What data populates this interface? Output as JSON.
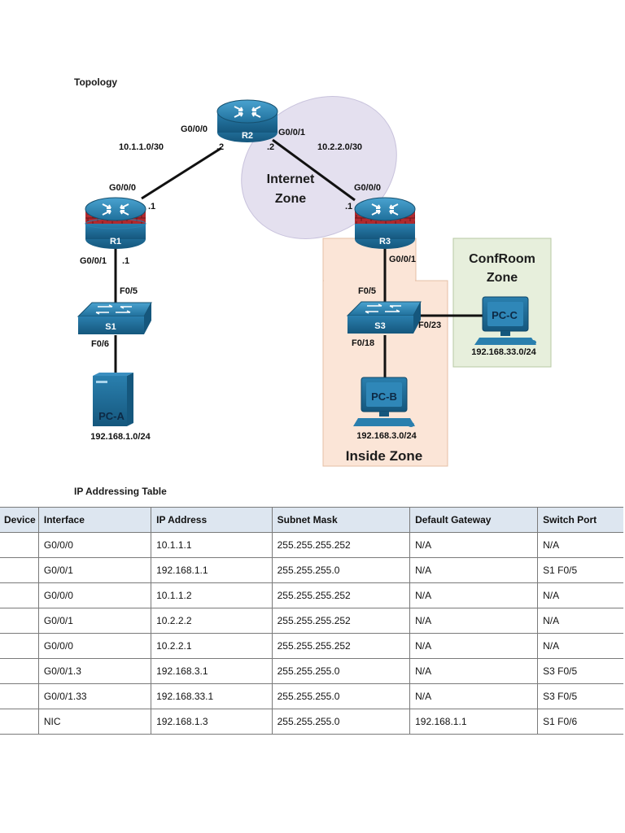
{
  "topology": {
    "heading": "Topology",
    "devices": {
      "r1": "R1",
      "r2": "R2",
      "r3": "R3",
      "s1": "S1",
      "s3": "S3",
      "pca": "PC-A",
      "pcb": "PC-B",
      "pcc": "PC-C"
    },
    "links": {
      "r1_r2_net": "10.1.1.0/30",
      "r2_r3_net": "10.2.2.0/30",
      "r1_g000": "G0/0/0",
      "r1_g000_host": ".1",
      "r1_g001": "G0/0/1",
      "r1_g001_host": ".1",
      "r2_g000": "G0/0/0",
      "r2_g000_host": ".2",
      "r2_g001": "G0/0/1",
      "r2_g001_host": ".2",
      "r3_g000": "G0/0/0",
      "r3_g000_host": ".1",
      "r3_g001": "G0/0/1",
      "s1_f05": "F0/5",
      "s1_f06": "F0/6",
      "s3_f05": "F0/5",
      "s3_f018": "F0/18",
      "s3_f023": "F0/23"
    },
    "lans": {
      "pca": "192.168.1.0/24",
      "pcb": "192.168.3.0/24",
      "pcc": "192.168.33.0/24"
    },
    "zones": {
      "internet_line1": "Internet",
      "internet_line2": "Zone",
      "confroom_line1": "ConfRoom",
      "confroom_line2": "Zone",
      "inside": "Inside Zone"
    },
    "colors": {
      "internet_zone": "#e4e0ef",
      "confroom_zone": "#e7efdc",
      "inside_zone": "#fbe5d7",
      "device_blue": "#1f6f9b",
      "firewall_red": "#a8262b"
    }
  },
  "ip_table": {
    "heading": "IP Addressing Table",
    "columns": [
      "Device",
      "Interface",
      "IP Address",
      "Subnet Mask",
      "Default Gateway",
      "Switch Port"
    ],
    "rows": [
      [
        "",
        "G0/0/0",
        "10.1.1.1",
        "255.255.255.252",
        "N/A",
        "N/A"
      ],
      [
        "",
        "G0/0/1",
        "192.168.1.1",
        "255.255.255.0",
        "N/A",
        "S1 F0/5"
      ],
      [
        "",
        "G0/0/0",
        "10.1.1.2",
        "255.255.255.252",
        "N/A",
        "N/A"
      ],
      [
        "",
        "G0/0/1",
        "10.2.2.2",
        "255.255.255.252",
        "N/A",
        "N/A"
      ],
      [
        "",
        "G0/0/0",
        "10.2.2.1",
        "255.255.255.252",
        "N/A",
        "N/A"
      ],
      [
        "",
        "G0/0/1.3",
        "192.168.3.1",
        "255.255.255.0",
        "N/A",
        "S3 F0/5"
      ],
      [
        "",
        "G0/0/1.33",
        "192.168.33.1",
        "255.255.255.0",
        "N/A",
        "S3 F0/5"
      ],
      [
        "",
        "NIC",
        "192.168.1.3",
        "255.255.255.0",
        "192.168.1.1",
        "S1 F0/6"
      ]
    ]
  }
}
